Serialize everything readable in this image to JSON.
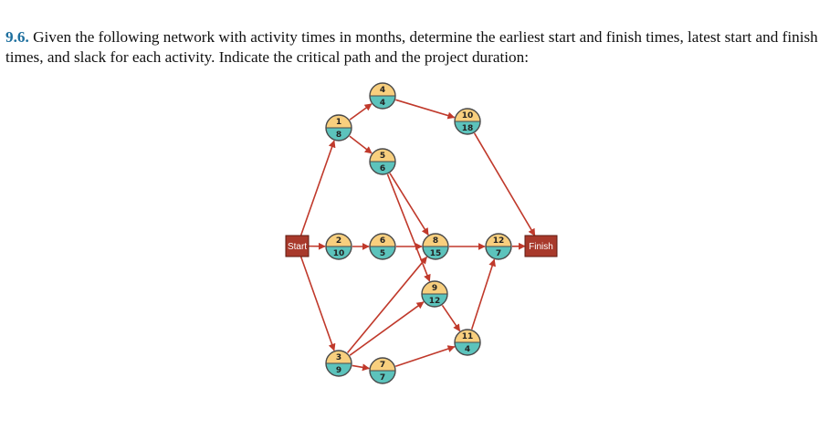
{
  "problem": {
    "number": "9.6.",
    "text": " Given the following network with activity times in months, determine the earliest start and finish times, latest start and finish times, and slack for each activity. Indicate the critical path and the project duration:"
  },
  "network": {
    "start_label": "Start",
    "finish_label": "Finish",
    "nodes": [
      {
        "id": "1",
        "time": "8"
      },
      {
        "id": "2",
        "time": "10"
      },
      {
        "id": "3",
        "time": "9"
      },
      {
        "id": "4",
        "time": "4"
      },
      {
        "id": "5",
        "time": "6"
      },
      {
        "id": "6",
        "time": "5"
      },
      {
        "id": "7",
        "time": "7"
      },
      {
        "id": "8",
        "time": "15"
      },
      {
        "id": "9",
        "time": "12"
      },
      {
        "id": "10",
        "time": "18"
      },
      {
        "id": "11",
        "time": "4"
      },
      {
        "id": "12",
        "time": "7"
      }
    ],
    "edges": [
      [
        "start",
        "1"
      ],
      [
        "start",
        "2"
      ],
      [
        "start",
        "3"
      ],
      [
        "1",
        "4"
      ],
      [
        "1",
        "5"
      ],
      [
        "2",
        "6"
      ],
      [
        "3",
        "7"
      ],
      [
        "3",
        "8"
      ],
      [
        "3",
        "9"
      ],
      [
        "4",
        "10"
      ],
      [
        "5",
        "8"
      ],
      [
        "5",
        "9"
      ],
      [
        "6",
        "8"
      ],
      [
        "7",
        "11"
      ],
      [
        "8",
        "12"
      ],
      [
        "9",
        "11"
      ],
      [
        "10",
        "finish"
      ],
      [
        "11",
        "12"
      ],
      [
        "12",
        "finish"
      ]
    ],
    "colors": {
      "edge": "#c0392b",
      "node_top": "#f8cf7e",
      "node_bottom": "#5cc3bc",
      "box": "#a8392b"
    }
  }
}
